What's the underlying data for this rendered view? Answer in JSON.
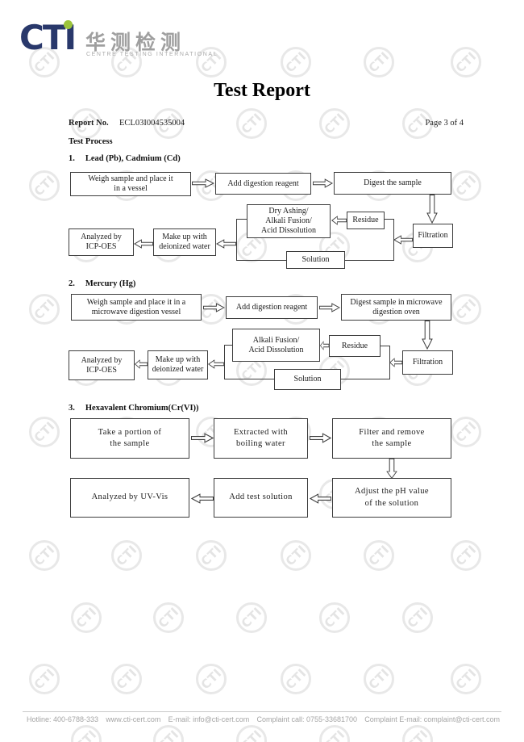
{
  "header": {
    "logo_text": "CTI",
    "logo_chinese": "华测检测",
    "logo_subtitle": "CENTRE TESTING INTERNATIONAL",
    "colors": {
      "navy": "#29386b",
      "green": "#9cc43c",
      "watermark": "#e7e7e7",
      "box_border": "#3d3d3d",
      "footer_text": "#a5a5a5"
    }
  },
  "title": "Test Report",
  "report": {
    "label": "Report No.",
    "value": "ECL03I004535004",
    "page": "Page 3 of 4"
  },
  "process_heading": "Test Process",
  "flow1": {
    "num": "1.",
    "heading": "Lead (Pb), Cadmium (Cd)",
    "weigh": "Weigh sample and place it\nin a vessel",
    "add": "Add digestion reagent",
    "digest": "Digest the sample",
    "dry": "Dry Ashing/\nAlkali Fusion/\nAcid Dissolution",
    "residue": "Residue",
    "filtration": "Filtration",
    "solution": "Solution",
    "makeup": "Make up with\ndeionized water",
    "analyzed": "Analyzed by\nICP-OES"
  },
  "flow2": {
    "num": "2.",
    "heading": "Mercury (Hg)",
    "weigh": "Weigh sample and place it in a\nmicrowave digestion vessel",
    "add": "Add digestion reagent",
    "digest": "Digest sample in microwave\ndigestion oven",
    "alkali": "Alkali Fusion/\nAcid Dissolution",
    "residue": "Residue",
    "filtration": "Filtration",
    "solution": "Solution",
    "makeup": "Make up with\ndeionized water",
    "analyzed": "Analyzed by\nICP-OES"
  },
  "flow3": {
    "num": "3.",
    "heading": "Hexavalent Chromium(Cr(VI))",
    "take": "Take a portion of\nthe sample",
    "extract": "Extracted with\nboiling water",
    "filter": "Filter and remove\nthe sample",
    "adjust": "Adjust the pH value\nof the solution",
    "addtest": "Add test solution",
    "uvvis": "Analyzed by UV-Vis"
  },
  "watermark": {
    "text": "CTI"
  },
  "footer": {
    "items": [
      "Hotline: 400-6788-333",
      "www.cti-cert.com",
      "E-mail: info@cti-cert.com",
      "Complaint call: 0755-33681700",
      "Complaint E-mail: complaint@cti-cert.com"
    ]
  }
}
